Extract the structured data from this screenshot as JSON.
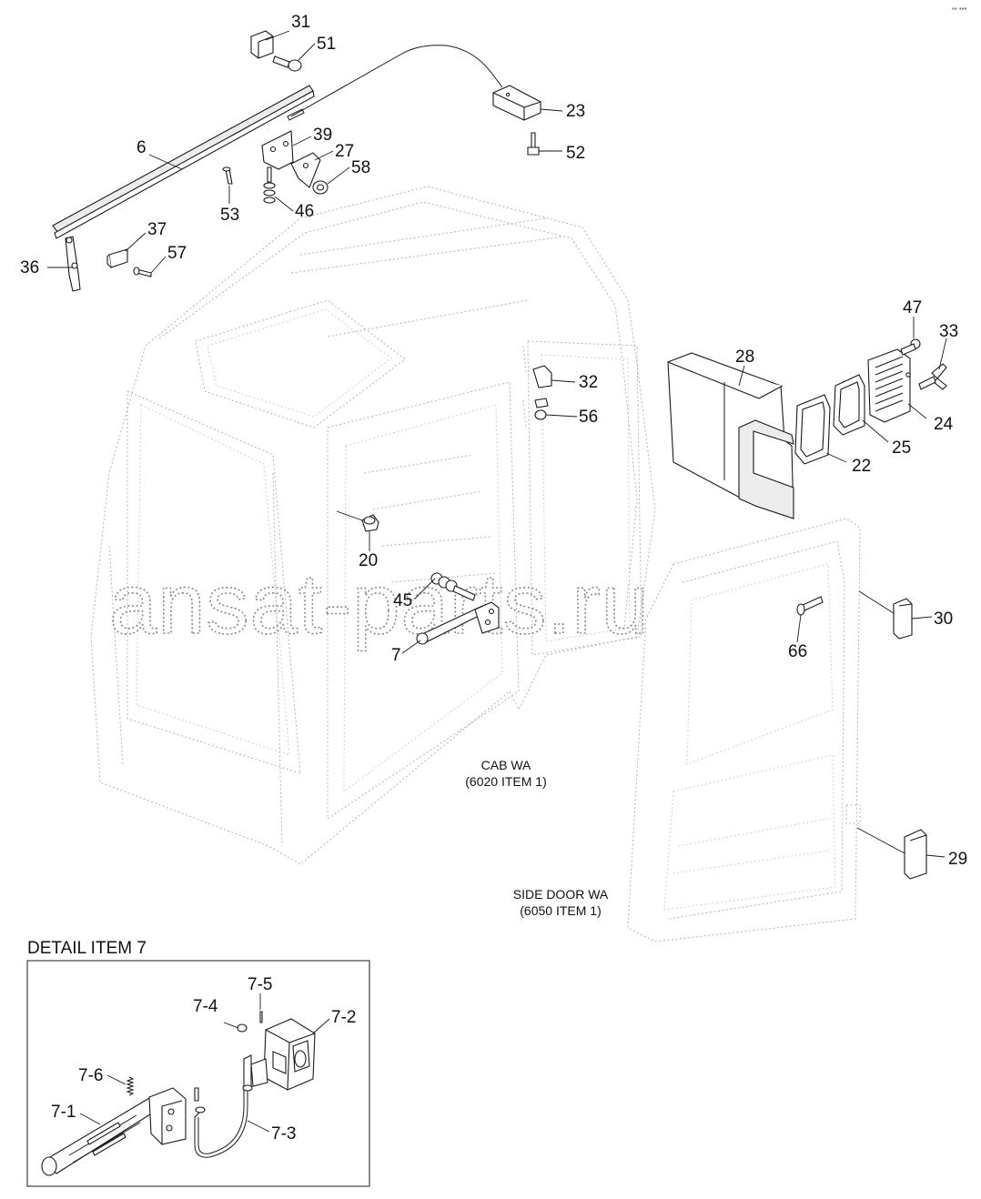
{
  "watermark": "ansat-parts.ru",
  "corner_mark": "▪▪ ▪▪▪",
  "captions": {
    "cab_line1": "CAB WA",
    "cab_line2": "(6020 ITEM 1)",
    "door_line1": "SIDE DOOR WA",
    "door_line2": "(6050 ITEM 1)"
  },
  "detail": {
    "title": "DETAIL ITEM 7"
  },
  "labels": {
    "l31": "31",
    "l51": "51",
    "l23": "23",
    "l52": "52",
    "l6": "6",
    "l39": "39",
    "l27": "27",
    "l58": "58",
    "l53": "53",
    "l46": "46",
    "l37": "37",
    "l57": "57",
    "l36": "36",
    "l47": "47",
    "l33": "33",
    "l28": "28",
    "l32": "32",
    "l56": "56",
    "l24": "24",
    "l25": "25",
    "l22": "22",
    "l20": "20",
    "l45": "45",
    "l7": "7",
    "l30": "30",
    "l66": "66",
    "l29": "29",
    "d75": "7-5",
    "d74": "7-4",
    "d72": "7-2",
    "d76": "7-6",
    "d71": "7-1",
    "d73": "7-3"
  }
}
